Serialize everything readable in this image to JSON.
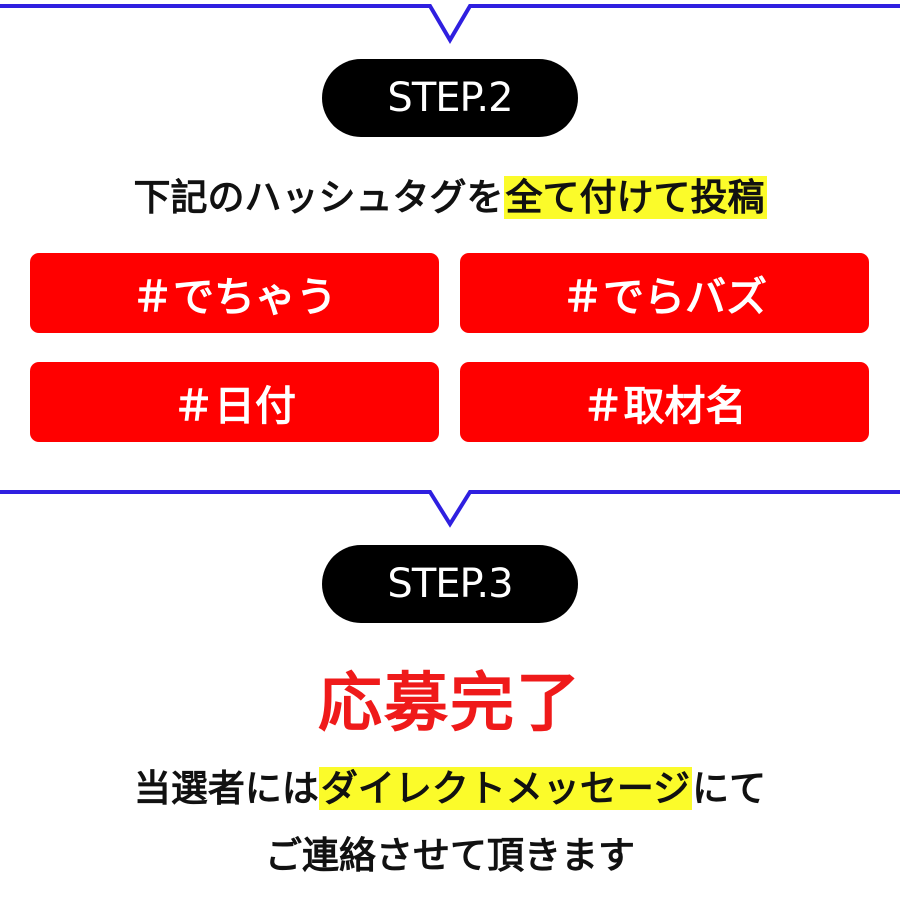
{
  "colors": {
    "divider": "#2f1fe0",
    "pill_bg": "#000000",
    "tag_bg": "#ff0000",
    "highlight": "#fbfb2a",
    "complete_text": "#ef1a1a"
  },
  "step2": {
    "label": "STEP.2",
    "instruction_plain": "下記のハッシュタグを",
    "instruction_highlight": "全て付けて投稿",
    "tags": [
      "＃でちゃう",
      "＃でらバズ",
      "＃日付",
      "＃取材名"
    ]
  },
  "step3": {
    "label": "STEP.3",
    "title": "応募完了",
    "line1_plain_before": "当選者には",
    "line1_highlight": "ダイレクトメッセージ",
    "line1_plain_after": "にて",
    "line2": "ご連絡させて頂きます"
  }
}
